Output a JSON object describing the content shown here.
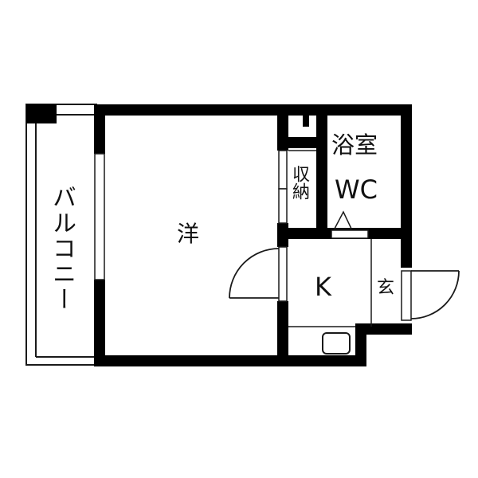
{
  "floorplan": {
    "colors": {
      "wall": "#000000",
      "background": "#ffffff",
      "line": "#1a1a1a"
    },
    "rooms": {
      "balcony": {
        "label": "バルコニー"
      },
      "western_room": {
        "label": "洋"
      },
      "storage": {
        "label": "収納"
      },
      "bath": {
        "label_line1": "浴室",
        "label_line2": "WC"
      },
      "kitchen": {
        "label": "K"
      },
      "entrance": {
        "label": "玄"
      }
    }
  }
}
